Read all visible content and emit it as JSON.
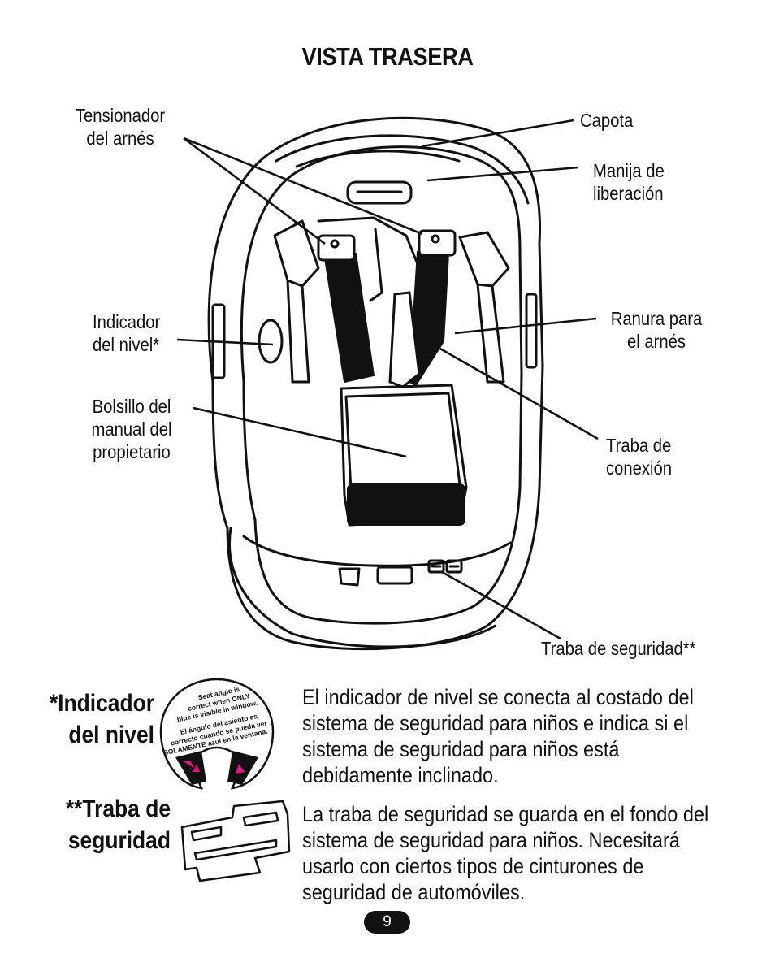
{
  "page": {
    "title": "VISTA TRASERA",
    "page_number": "9"
  },
  "callouts": {
    "harness_tensioner": "Tensionador\ndel arnés",
    "canopy": "Capota",
    "release_handle": "Manija de\nliberación",
    "level_indicator": "Indicador\ndel nivel*",
    "harness_slot": "Ranura para\nel arnés",
    "manual_pocket": "Bolsillo del\nmanual del\npropietario",
    "connection_lock": "Traba de\nconexión",
    "safety_lock": "Traba de seguridad**"
  },
  "level_sticker": {
    "text_en": [
      "Seat angle is",
      "correct when ONLY",
      "blue is visible in window."
    ],
    "text_es": [
      "El ángulo del asiento es",
      "correcto cuando se pueda ver",
      "SOLAMENTE azul en la ventana."
    ],
    "arrow_color": "#e0157f"
  },
  "legend": {
    "level_indicator_heading": "*Indicador\ndel nivel",
    "level_indicator_text": "El indicador de nivel se conecta al costado del sistema de seguridad para niños e indica si el sistema de seguridad para niños está debidamente inclinado.",
    "safety_lock_heading": "**Traba de\nseguridad",
    "safety_lock_text": "La traba de seguridad se guarda en el fondo del sistema de seguridad para niños. Necesitará usarlo con ciertos tipos de cinturones de seguridad de automóviles."
  }
}
